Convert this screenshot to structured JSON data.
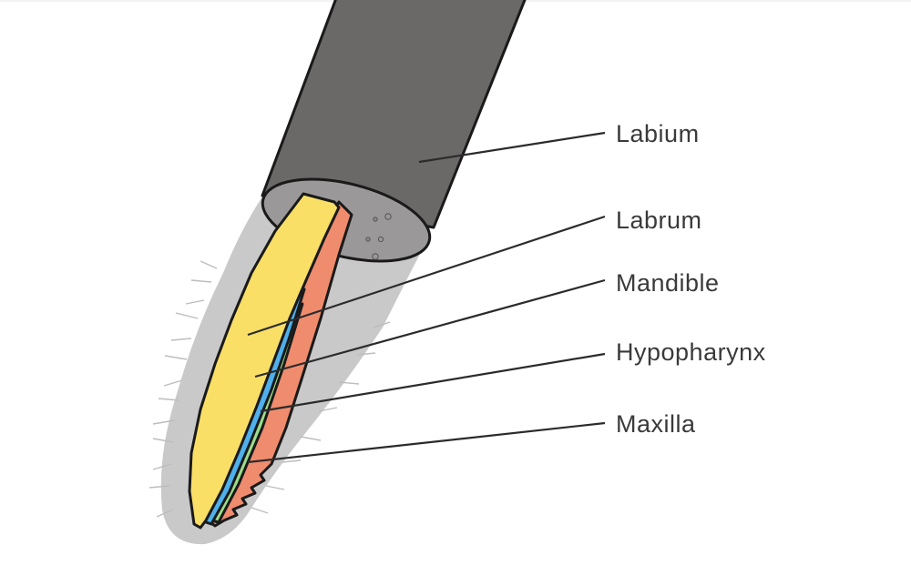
{
  "diagram": {
    "labels": {
      "labium": "Labium",
      "labrum": "Labrum",
      "mandible": "Mandible",
      "hypopharynx": "Hypopharynx",
      "maxilla": "Maxilla"
    },
    "colors": {
      "labium": "#6b6868",
      "labium_end": "#9a9898",
      "shadow": "#c9c9c9",
      "labrum": "#f9df66",
      "mandible": "#4fb0ec",
      "hypopharynx": "#9ddd8c",
      "maxilla": "#f08c6e",
      "text": "#3a3a3a"
    }
  }
}
